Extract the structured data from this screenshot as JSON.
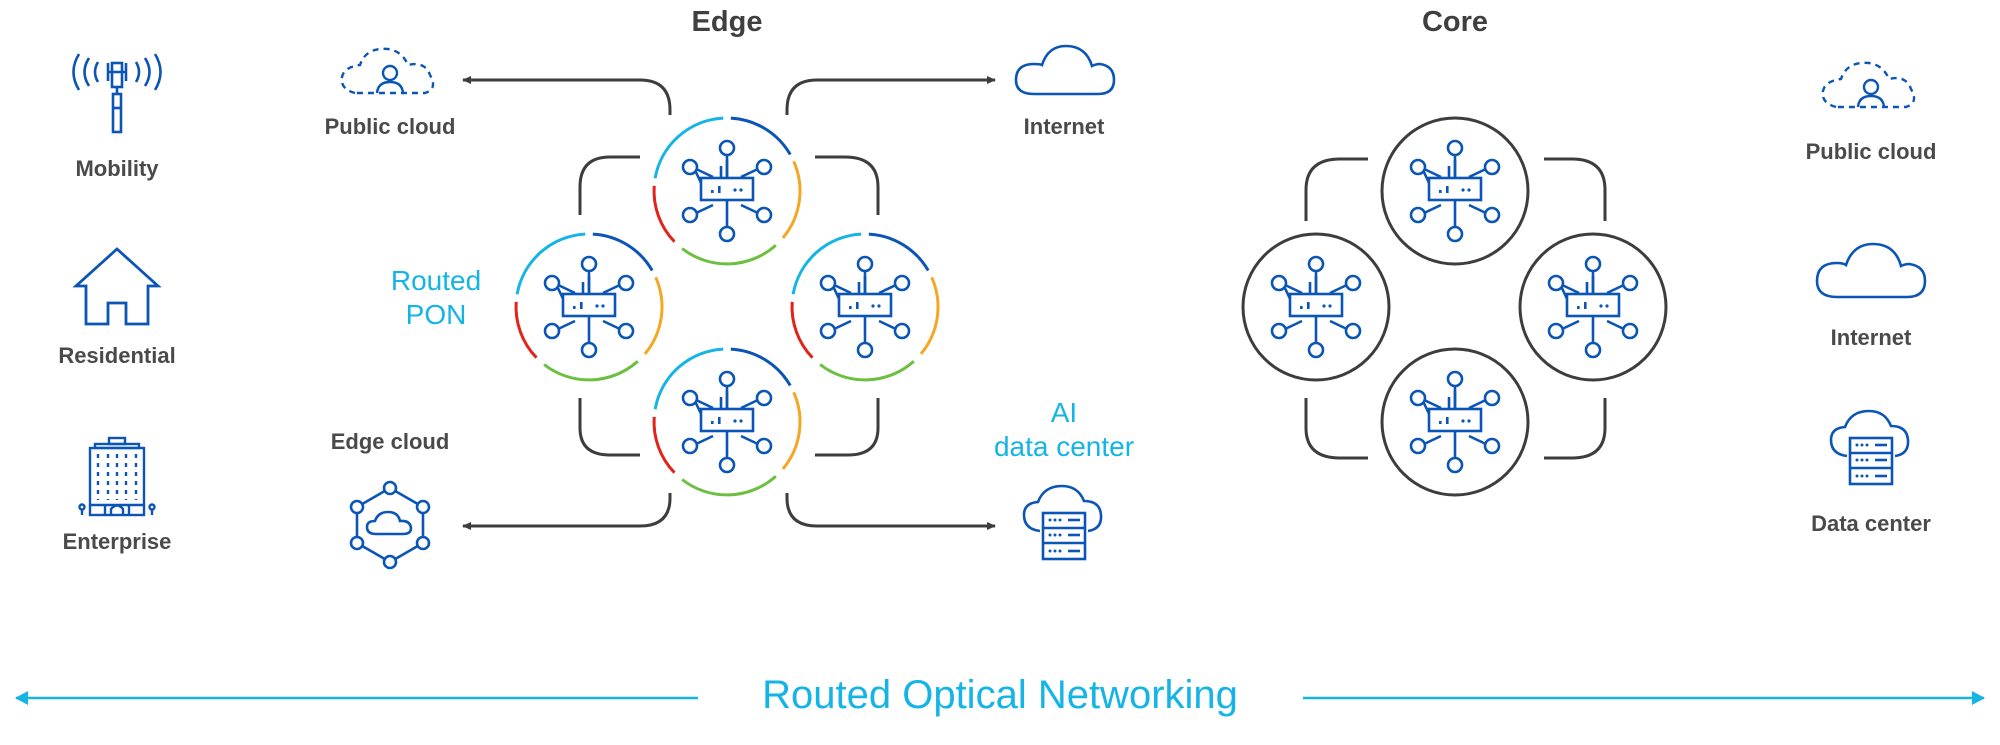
{
  "colors": {
    "icon_blue": "#0a55b5",
    "connector_gray": "#3d3d3d",
    "accent_cyan": "#14b4e6",
    "ring_segments": [
      "#14b4e6",
      "#0a55b5",
      "#f5a623",
      "#6cbf3f",
      "#e2231a"
    ],
    "core_ring": "#3d3d3d"
  },
  "sections": {
    "edge_title": "Edge",
    "core_title": "Core"
  },
  "left_column": [
    {
      "label": "Mobility",
      "icon": "cell-tower-icon"
    },
    {
      "label": "Residential",
      "icon": "house-icon"
    },
    {
      "label": "Enterprise",
      "icon": "office-building-icon"
    }
  ],
  "edge": {
    "routed_pon": [
      "Routed",
      "PON"
    ],
    "destinations": {
      "public_cloud": {
        "label": "Public cloud",
        "icon": "dashed-cloud-user-icon"
      },
      "internet": {
        "label": "Internet",
        "icon": "cloud-icon"
      },
      "edge_cloud": {
        "label": "Edge cloud",
        "icon": "hexagon-cloud-icon"
      },
      "ai_data_center": {
        "label_lines": [
          "AI",
          "data center"
        ],
        "icon": "cloud-server-icon"
      }
    },
    "nodes": [
      "top",
      "left",
      "right",
      "bottom"
    ],
    "node_icon": "router-hub-icon"
  },
  "core": {
    "nodes": [
      "top",
      "left",
      "right",
      "bottom"
    ],
    "node_icon": "router-hub-icon"
  },
  "right_column": [
    {
      "label": "Public cloud",
      "icon": "dashed-cloud-user-icon"
    },
    {
      "label": "Internet",
      "icon": "cloud-icon"
    },
    {
      "label": "Data center",
      "icon": "cloud-server-icon"
    }
  ],
  "banner": {
    "label": "Routed Optical Networking"
  }
}
